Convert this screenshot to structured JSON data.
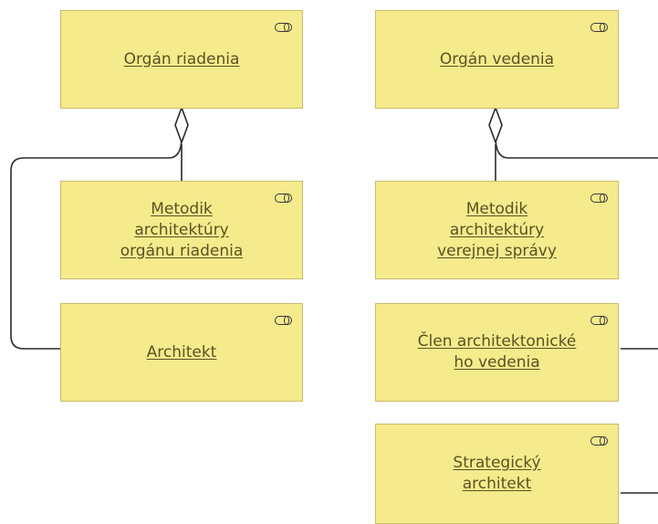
{
  "nodes": {
    "organ_riadenia": {
      "label": "Orgán riadenia",
      "icon": "business-role-icon"
    },
    "organ_vedenia": {
      "label": "Orgán vedenia",
      "icon": "business-role-icon"
    },
    "metodik_organu_riadenia": {
      "label": "Metodik architektúry orgánu riadenia",
      "icon": "business-role-icon"
    },
    "metodik_verejnej_spravy": {
      "label": "Metodik architektúry verejnej správy",
      "icon": "business-role-icon"
    },
    "architekt": {
      "label": "Architekt",
      "icon": "business-role-icon"
    },
    "clen_architektonickeho_vedenia": {
      "label": "Člen architektonické ho vedenia",
      "icon": "business-role-icon"
    },
    "strategicky_architekt": {
      "label": "Strategický architekt",
      "icon": "business-role-icon"
    }
  },
  "relations": [
    {
      "type": "aggregation",
      "from": "organ_riadenia",
      "to": "metodik_organu_riadenia"
    },
    {
      "type": "aggregation",
      "from": "organ_riadenia",
      "to": "architekt"
    },
    {
      "type": "aggregation",
      "from": "organ_vedenia",
      "to": "metodik_verejnej_spravy"
    },
    {
      "type": "aggregation",
      "from": "organ_vedenia",
      "to": "clen_architektonickeho_vedenia"
    },
    {
      "type": "aggregation",
      "from": "organ_vedenia",
      "to": "strategicky_architekt"
    }
  ],
  "colors": {
    "node_fill": "#f5ea8c",
    "node_border": "#c7bc6a",
    "text": "#5c5223",
    "line": "#2a2a2a"
  }
}
